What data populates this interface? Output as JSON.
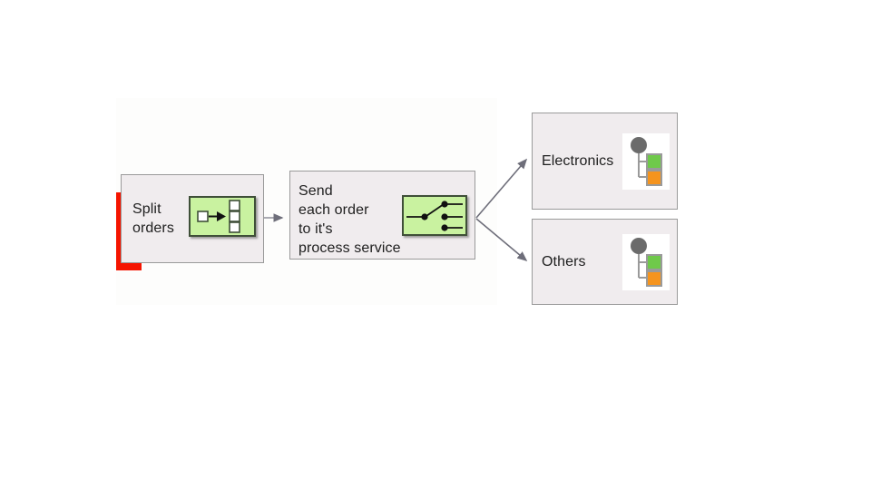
{
  "diagram": {
    "type": "flow",
    "title": "",
    "background_color": "#ffffff",
    "node_fill_color": "#f0ecee",
    "node_border_color": "#9a9a9a",
    "accent_color": "#f51400",
    "icon_green_color": "#c9f2a0",
    "icon_orange_color": "#f5941e",
    "connector_color": "#6e6e7a",
    "nodes": [
      {
        "id": "split",
        "label": "Split\norders",
        "icon": "splitter-icon",
        "has_accent_bar": true
      },
      {
        "id": "send",
        "label": "Send\neach order\nto it's\nprocess service",
        "icon": "router-icon",
        "has_accent_bar": false
      },
      {
        "id": "electronics",
        "label": "Electronics",
        "icon": "service-tree-icon",
        "has_accent_bar": false
      },
      {
        "id": "others",
        "label": "Others",
        "icon": "service-tree-icon",
        "has_accent_bar": false
      }
    ],
    "connectors": [
      {
        "id": "split-to-send",
        "from": "split",
        "to": "send",
        "style": "straight-arrow"
      },
      {
        "id": "send-to-electronics",
        "from": "send",
        "to": "electronics",
        "style": "diagonal-arrow"
      },
      {
        "id": "send-to-others",
        "from": "send",
        "to": "others",
        "style": "diagonal-arrow"
      }
    ]
  }
}
